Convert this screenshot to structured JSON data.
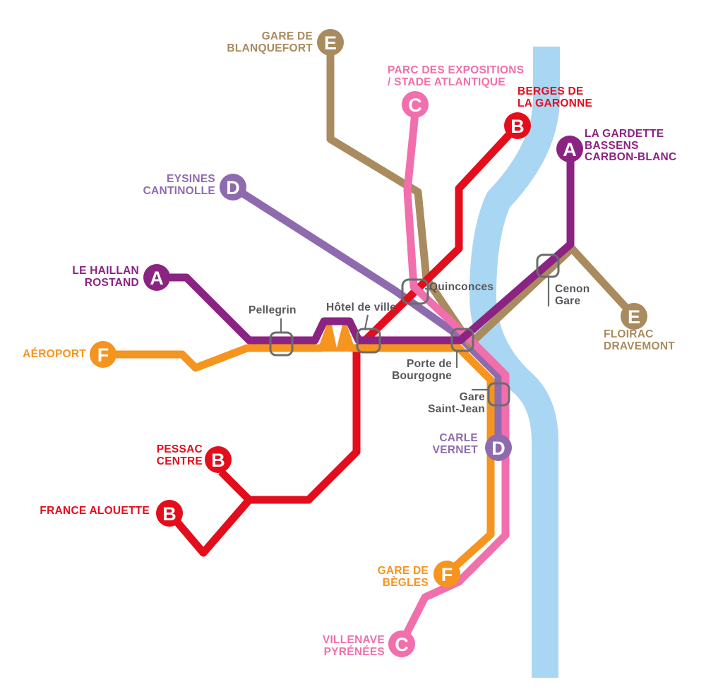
{
  "colors": {
    "line_a": "#8B2383",
    "line_b": "#E30D1C",
    "line_c": "#F16FAC",
    "line_d": "#8E6BAF",
    "line_e": "#A98B5F",
    "line_f": "#F5941F",
    "river": "#A9D6F3",
    "station_text": "#56575B",
    "station_box": "#6B6C6E",
    "background": "#FFFFFF"
  },
  "lines": [
    {
      "id": "A",
      "termini": [
        "LE HAILLAN ROSTAND",
        "LA GARDETTE BASSENS CARBON-BLANC"
      ]
    },
    {
      "id": "B",
      "termini": [
        "PESSAC CENTRE / FRANCE ALOUETTE",
        "BERGES DE LA GARONNE"
      ]
    },
    {
      "id": "C",
      "termini": [
        "PARC DES EXPOSITIONS / STADE ATLANTIQUE",
        "VILLENAVE PYRÉNÉES"
      ]
    },
    {
      "id": "D",
      "termini": [
        "EYSINES CANTINOLLE",
        "CARLE VERNET"
      ]
    },
    {
      "id": "E",
      "termini": [
        "GARE DE BLANQUEFORT",
        "FLOIRAC DRAVEMONT"
      ]
    },
    {
      "id": "F",
      "termini": [
        "AÉROPORT",
        "GARE DE BÈGLES"
      ]
    }
  ],
  "termini": {
    "blanquefort": {
      "line": "E",
      "letter": "E",
      "lines": [
        "GARE DE",
        "BLANQUEFORT"
      ]
    },
    "parc_expositions": {
      "line": "C",
      "letter": "C",
      "lines": [
        "PARC DES EXPOSITIONS",
        "/ STADE ATLANTIQUE"
      ]
    },
    "berges": {
      "line": "B",
      "letter": "B",
      "lines": [
        "BERGES DE",
        "LA GARONNE"
      ]
    },
    "la_gardette": {
      "line": "A",
      "letter": "A",
      "lines": [
        "LA GARDETTE",
        "BASSENS",
        "CARBON-BLANC"
      ]
    },
    "eysines": {
      "line": "D",
      "letter": "D",
      "lines": [
        "EYSINES",
        "CANTINOLLE"
      ]
    },
    "le_haillan": {
      "line": "A",
      "letter": "A",
      "lines": [
        "LE HAILLAN",
        "ROSTAND"
      ]
    },
    "aeroport": {
      "line": "F",
      "letter": "F",
      "lines": [
        "AÉROPORT"
      ]
    },
    "pessac": {
      "line": "B",
      "letter": "B",
      "lines": [
        "PESSAC",
        "CENTRE"
      ]
    },
    "france_alouette": {
      "line": "B",
      "letter": "B",
      "lines": [
        "FRANCE ALOUETTE"
      ]
    },
    "gare_begles": {
      "line": "F",
      "letter": "F",
      "lines": [
        "GARE DE",
        "BÈGLES"
      ]
    },
    "villenave": {
      "line": "C",
      "letter": "C",
      "lines": [
        "VILLENAVE",
        "PYRÉNÉES"
      ]
    },
    "carle_vernet": {
      "line": "D",
      "letter": "D",
      "lines": [
        "CARLE",
        "VERNET"
      ]
    },
    "floirac": {
      "line": "E",
      "letter": "E",
      "lines": [
        "FLOIRAC",
        "DRAVEMONT"
      ]
    }
  },
  "stations": {
    "pellegrin": {
      "lines": [
        "Pellegrin"
      ]
    },
    "hotel_de_ville": {
      "lines": [
        "Hôtel de ville"
      ]
    },
    "quinconces": {
      "lines": [
        "Quinconces"
      ]
    },
    "cenon_gare": {
      "lines": [
        "Cenon",
        "Gare"
      ]
    },
    "porte_de_bourgogne": {
      "lines": [
        "Porte de",
        "Bourgogne"
      ]
    },
    "gare_saint_jean": {
      "lines": [
        "Gare",
        "Saint-Jean"
      ]
    }
  }
}
